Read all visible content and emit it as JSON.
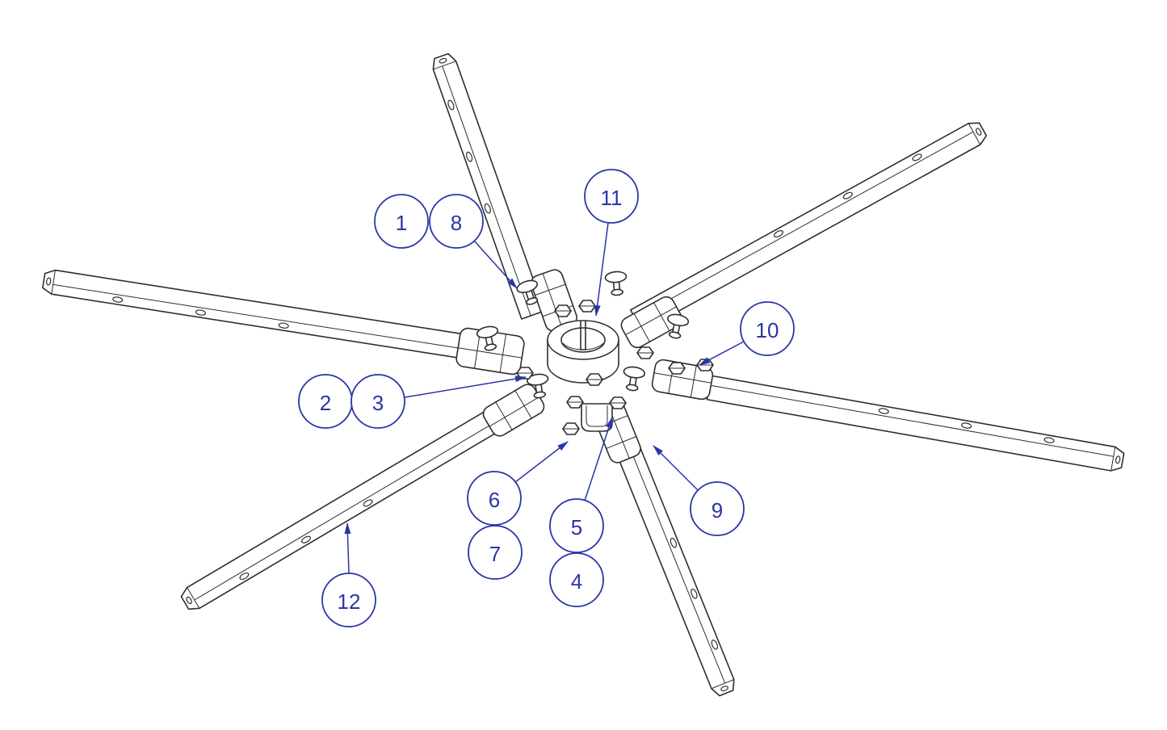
{
  "figure": {
    "colors": {
      "background": "#ffffff",
      "line": "#2e2e2e",
      "callout": "#2a35a8"
    }
  },
  "callouts": {
    "c1": {
      "label": "1"
    },
    "c2": {
      "label": "2"
    },
    "c3": {
      "label": "3"
    },
    "c4": {
      "label": "4"
    },
    "c5": {
      "label": "5"
    },
    "c6": {
      "label": "6"
    },
    "c7": {
      "label": "7"
    },
    "c8": {
      "label": "8"
    },
    "c9": {
      "label": "9"
    },
    "c10": {
      "label": "10"
    },
    "c11": {
      "label": "11"
    },
    "c12": {
      "label": "12"
    }
  }
}
